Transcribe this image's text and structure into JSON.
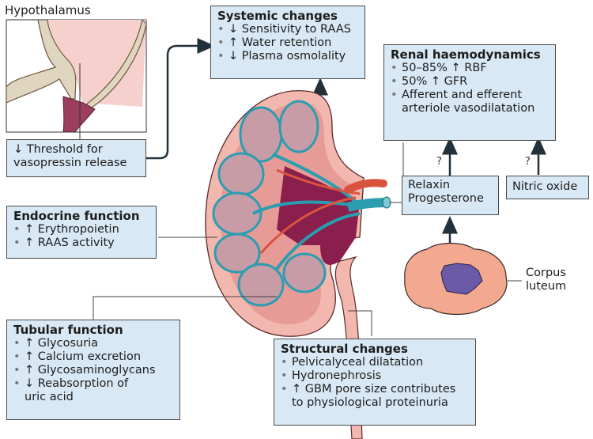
{
  "hypothalamus": {
    "label": "Hypothalamus",
    "caption_lines": [
      "↓ Threshold for",
      "vasopressin release"
    ]
  },
  "systemic": {
    "title": "Systemic changes",
    "items": [
      {
        "bullet": "•",
        "text": "↓ Sensitivity to RAAS"
      },
      {
        "bullet": "•",
        "text": "↑ Water retention"
      },
      {
        "bullet": "•",
        "text": "↓ Plasma osmolality"
      }
    ]
  },
  "renal": {
    "title": "Renal haemodynamics",
    "items": [
      {
        "bullet": "•",
        "text": "50–85% ↑ RBF"
      },
      {
        "bullet": "•",
        "text": "50% ↑ GFR"
      },
      {
        "bullet": "•",
        "text": "Afferent and efferent arteriole vasodilatation"
      }
    ]
  },
  "relaxin": {
    "lines": [
      "Relaxin",
      "Progesterone"
    ],
    "question": "?"
  },
  "nitric": {
    "text": "Nitric oxide",
    "question": "?"
  },
  "corpus": {
    "lines": [
      "Corpus",
      "luteum"
    ]
  },
  "endocrine": {
    "title": "Endocrine function",
    "items": [
      {
        "bullet": "•",
        "text": "↑ Erythropoietin"
      },
      {
        "bullet": "•",
        "text": "↑ RAAS activity"
      }
    ]
  },
  "tubular": {
    "title": "Tubular function",
    "items": [
      {
        "bullet": "•",
        "text": "↑ Glycosuria"
      },
      {
        "bullet": "•",
        "text": "↑ Calcium excretion"
      },
      {
        "bullet": "•",
        "text": "↑ Glycosaminoglycans"
      },
      {
        "bullet": "•",
        "text": "↓ Reabsorption of uric acid"
      }
    ]
  },
  "structural": {
    "title": "Structural changes",
    "items": [
      {
        "bullet": "•",
        "text": "Pelvicalyceal dilatation"
      },
      {
        "bullet": "•",
        "text": "Hydronephrosis"
      },
      {
        "bullet": "•",
        "text": "↑ GBM pore size contributes to physiological proteinuria"
      }
    ]
  },
  "colors": {
    "box_fill": "#d8e8f4",
    "box_border": "#4a4a4a",
    "arrow": "#22303a",
    "kidney_cortex": "#f2b7ae",
    "kidney_medulla": "#c79ca6",
    "pelvis": "#8a1e4c",
    "vein": "#2a9db0",
    "artery": "#d9533f",
    "corpus_outer": "#f2a98f",
    "corpus_inner": "#6a5aa8"
  }
}
